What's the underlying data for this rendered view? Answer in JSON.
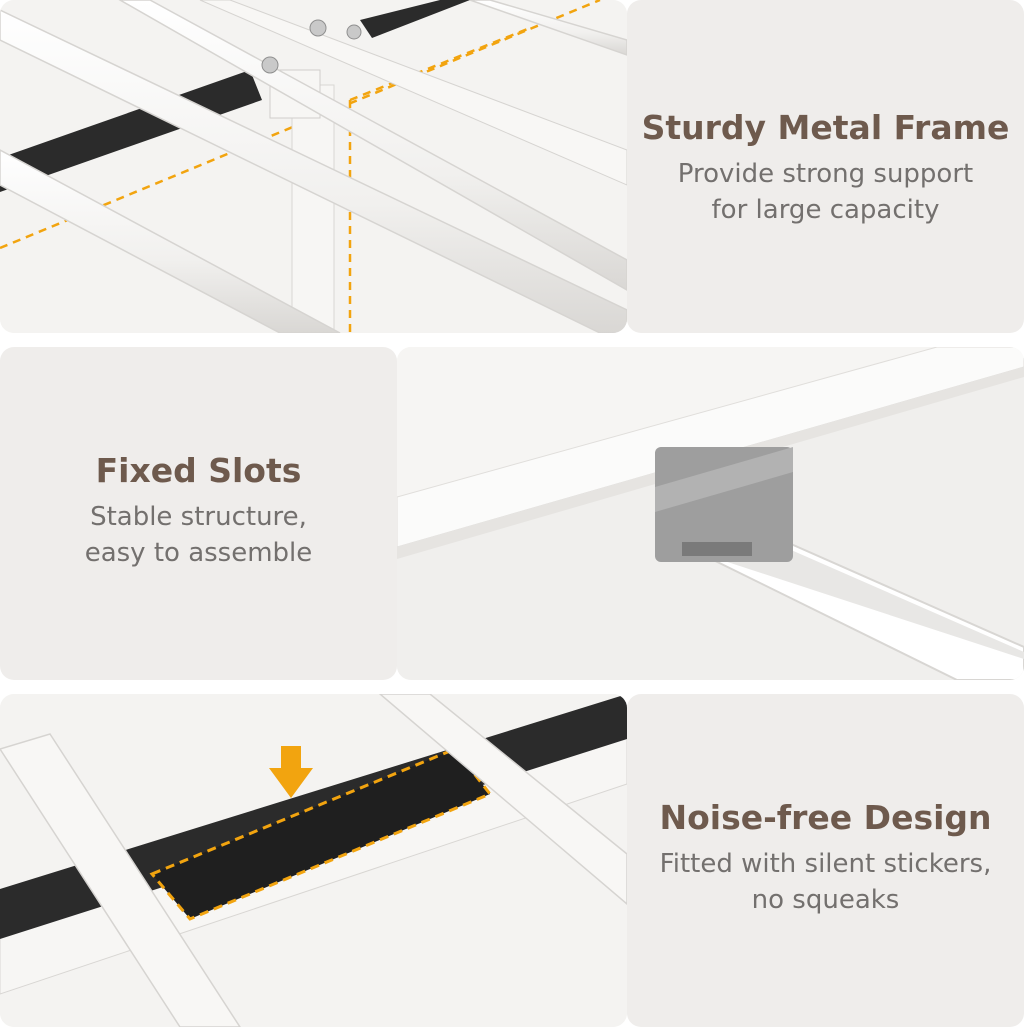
{
  "sections": [
    {
      "title": "Sturdy Metal Frame",
      "lines": [
        "Provide strong support",
        "for large capacity"
      ]
    },
    {
      "title": "Fixed Slots",
      "lines": [
        "Stable structure,",
        "easy to assemble"
      ]
    },
    {
      "title": "Noise-free Design",
      "lines": [
        "Fitted with silent stickers,",
        "no squeaks"
      ]
    }
  ],
  "colors": {
    "accent": "#f2a40f",
    "heading": "#6e5a4d",
    "text_panel": "#efedeb",
    "felt": "#2b2b2b",
    "frame": "#ffffff"
  }
}
